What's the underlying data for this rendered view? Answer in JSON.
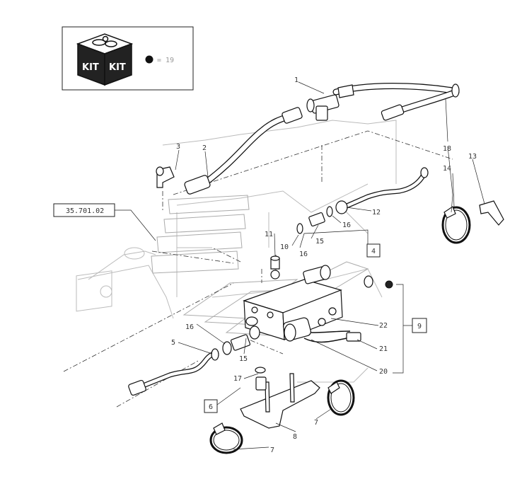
{
  "kit_box": {
    "icon": "kit-icon",
    "kit_text_left": "KIT",
    "kit_text_right": "KIT",
    "legend_text": "= 19"
  },
  "reference_box": {
    "label": "35.701.02"
  },
  "callouts": {
    "c1": "1",
    "c2": "2",
    "c3": "3",
    "c4": "4",
    "c5": "5",
    "c6": "6",
    "c7a": "7",
    "c7b": "7",
    "c8": "8",
    "c9": "9",
    "c10": "10",
    "c11": "11",
    "c12": "12",
    "c13": "13",
    "c14": "14",
    "c15a": "15",
    "c15b": "15",
    "c16a": "16",
    "c16b": "16",
    "c16c": "16",
    "c17": "17",
    "c18": "18",
    "c20": "20",
    "c21": "21",
    "c22": "22"
  },
  "colors": {
    "line": "#111111",
    "ghost": "#bbbbbb",
    "background": "#ffffff"
  }
}
